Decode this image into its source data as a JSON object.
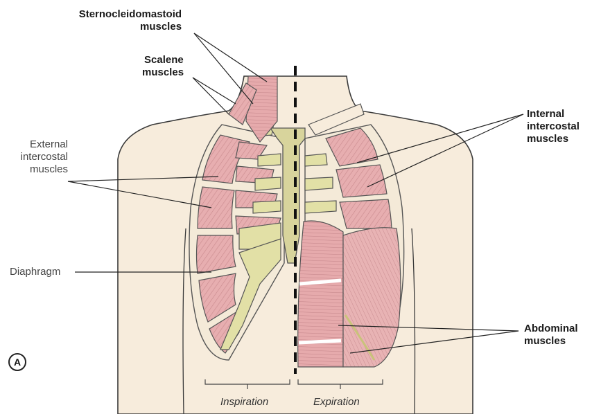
{
  "labels": {
    "sternocleidomastoid": [
      "Sternocleidomastoid",
      "muscles"
    ],
    "scalene": [
      "Scalene",
      "muscles"
    ],
    "external_intercostal": [
      "External",
      "intercostal",
      "muscles"
    ],
    "diaphragm": "Diaphragm",
    "internal_intercostal": [
      "Internal",
      "intercostal",
      "muscles"
    ],
    "abdominal": [
      "Abdominal",
      "muscles"
    ],
    "panel": "A",
    "inspiration": "Inspiration",
    "expiration": "Expiration"
  },
  "colors": {
    "skin": "#f7ecdc",
    "skin_outline": "#3a3a3a",
    "muscle": "#e7aeb0",
    "muscle_stripe": "#c98a8e",
    "cartilage": "#e2e0a6",
    "bone_outline": "#555555"
  }
}
